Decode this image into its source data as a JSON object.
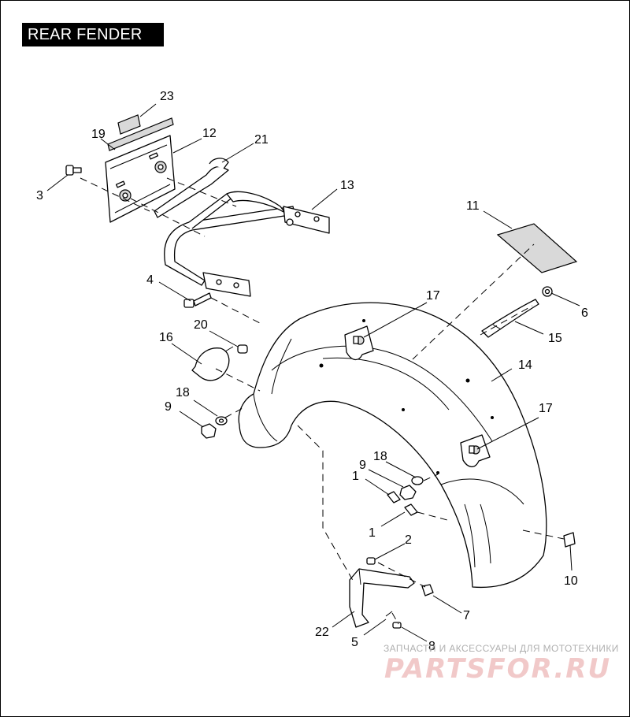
{
  "title": "REAR FENDER",
  "callouts": {
    "c1a": "1",
    "c1b": "1",
    "c2": "2",
    "c3": "3",
    "c4": "4",
    "c5": "5",
    "c6": "6",
    "c7": "7",
    "c8": "8",
    "c9a": "9",
    "c9b": "9",
    "c10": "10",
    "c11": "11",
    "c12": "12",
    "c13": "13",
    "c14": "14",
    "c15": "15",
    "c16": "16",
    "c17a": "17",
    "c17b": "17",
    "c18a": "18",
    "c18b": "18",
    "c19": "19",
    "c20": "20",
    "c21": "21",
    "c22": "22",
    "c23": "23"
  },
  "watermark": {
    "text": "ЗАПЧАСТИ И АКСЕССУАРЫ ДЛЯ МОТОТЕХНИКИ",
    "logo": "PARTSFOR.RU"
  }
}
